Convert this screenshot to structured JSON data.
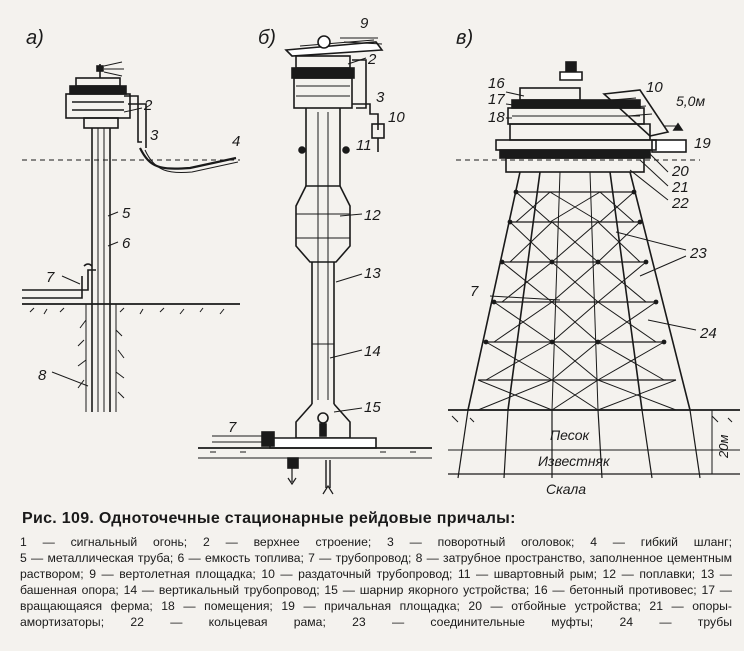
{
  "panels": [
    {
      "label": "а)"
    },
    {
      "label": "б)"
    },
    {
      "label": "в)"
    }
  ],
  "callouts_a": [
    "2",
    "3",
    "4",
    "5",
    "6",
    "7",
    "8"
  ],
  "callouts_b": [
    "9",
    "2",
    "3",
    "10",
    "11",
    "12",
    "13",
    "14",
    "15",
    "7"
  ],
  "callouts_c": [
    "16",
    "17",
    "18",
    "10",
    "19",
    "20",
    "21",
    "22",
    "23",
    "7",
    "24"
  ],
  "dimension_label": "5,0м",
  "depth_label": "20м",
  "ground_labels": {
    "sand": "Песок",
    "limestone": "Известняк",
    "rock": "Скала"
  },
  "caption": {
    "title": "Рис. 109. Одноточечные стационарные рейдовые причалы:",
    "lines": [
      "1 — сигнальный огонь; 2 — верхнее строение; 3 — поворотный оголовок; 4 — гибкий шланг;",
      "5 — металлическая труба; 6 — емкость топлива; 7 — трубопровод; 8 — затрубное пространство, заполненное цементным раствором; 9 — вертолетная площадка; 10 — раздаточный трубопровод; 11 — швартовный рым; 12 — поплавки; 13 — башенная опора; 14 — вертикальный трубопровод; 15 — шарнир якорного устройства; 16 — бетонный противовес; 17 — вращающаяся ферма; 18 — помещения; 19 — причальная площадка; 20 — отбойные устройства; 21 — опоры-амортизаторы; 22 — кольцевая рама; 23 — соединительные муфты; 24 — трубы"
    ]
  }
}
